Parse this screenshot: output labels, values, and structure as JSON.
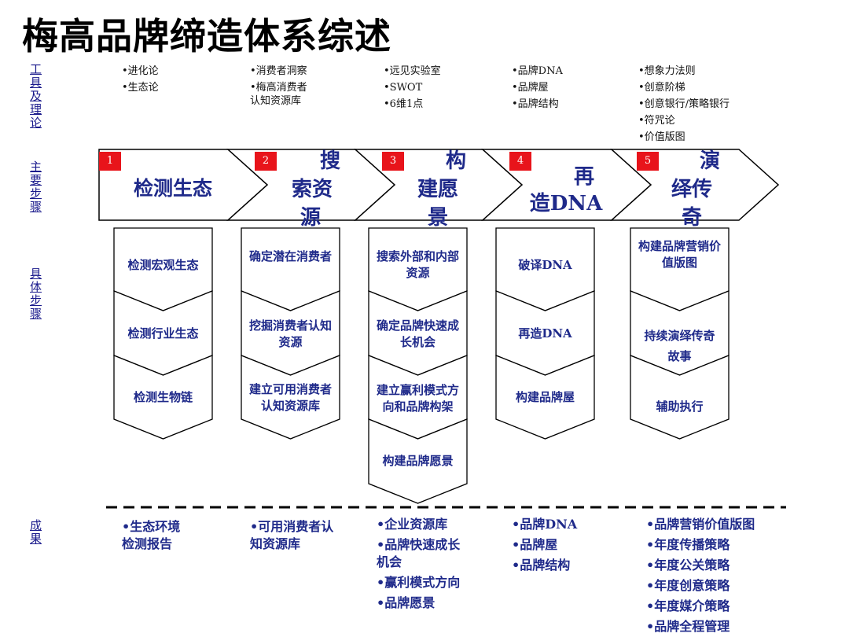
{
  "title": "梅高品牌缔造体系综述",
  "row_labels": {
    "tools": "工具及理论",
    "main_steps": "主要步骤",
    "specific_steps": "具体步骤",
    "results": "成果"
  },
  "tools": [
    [
      "•进化论",
      "•生态论"
    ],
    [
      "•消费者洞察",
      "•梅高消费者",
      "认知资源库"
    ],
    [
      "•远见实验室",
      "•SWOT",
      "•6维1点"
    ],
    [
      "•品牌DNA",
      "•品牌屋",
      "•品牌结构"
    ],
    [
      "•想象力法则",
      "•创意阶梯",
      "•创意银行/策略银行",
      "•符咒论",
      "•价值版图"
    ]
  ],
  "steps": [
    {
      "num": "1",
      "line1": "检测生态"
    },
    {
      "num": "2",
      "line1": "搜",
      "line2": "索资",
      "line3": "源"
    },
    {
      "num": "3",
      "line1": "构",
      "line2": "建愿",
      "line3": "景"
    },
    {
      "num": "4",
      "line1": "再",
      "line2": "造DNA"
    },
    {
      "num": "5",
      "line1": "演",
      "line2": "绎传",
      "line3": "奇"
    }
  ],
  "substeps": [
    [
      "检测宏观生态",
      "检测行业生态",
      "检测生物链"
    ],
    [
      "确定潜在消费者",
      "挖掘消费者认知资源",
      "建立可用消费者认知资源库"
    ],
    [
      "搜索外部和内部资源",
      "确定品牌快速成长机会",
      "建立赢利模式方向和品牌构架",
      "构建品牌愿景"
    ],
    [
      "破译DNA",
      "再造DNA",
      "构建品牌屋"
    ],
    [
      "构建品牌营销价值版图",
      "持续演绎传奇故事",
      "辅助执行"
    ]
  ],
  "results": [
    [
      "•生态环境",
      " 检测报告"
    ],
    [
      "•可用消费者认",
      " 知资源库"
    ],
    [
      "•企业资源库",
      "•品牌快速成长",
      " 机会",
      "•赢利模式方向",
      "•品牌愿景"
    ],
    [
      "•品牌DNA",
      "•品牌屋",
      "•品牌结构"
    ],
    [
      "•品牌营销价值版图",
      "•年度传播策略",
      "•年度公关策略",
      "•年度创意策略",
      "•年度媒介策略",
      "•品牌全程管理"
    ]
  ],
  "colors": {
    "accent_red": "#e8141b",
    "text_blue": "#1f2a8a"
  }
}
